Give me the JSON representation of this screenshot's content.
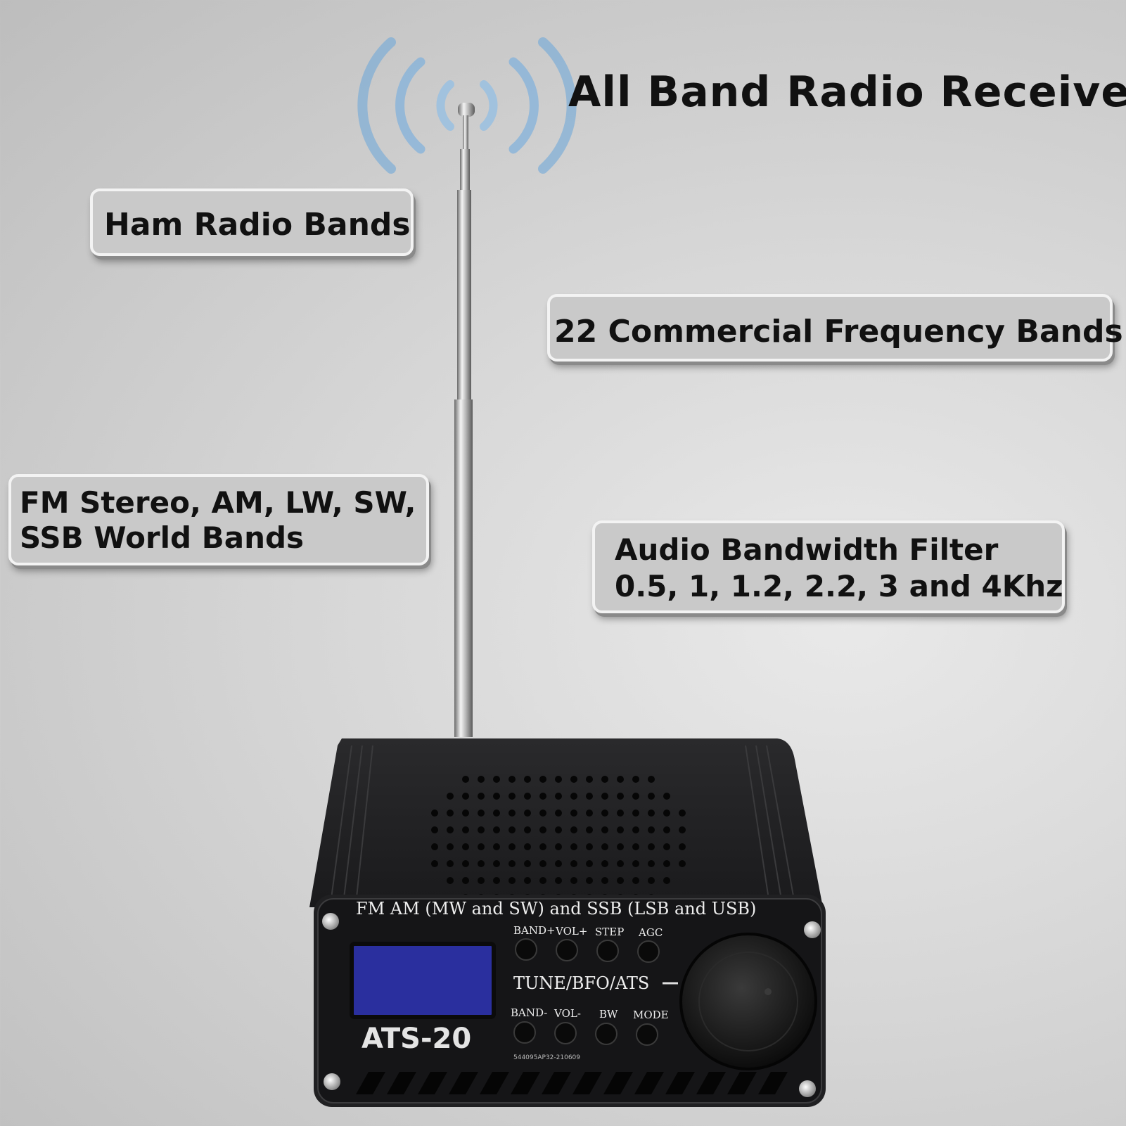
{
  "headline": "All Band Radio Receiver",
  "callouts": {
    "ham": "Ham Radio Bands",
    "commercial": "22 Commercial Frequency Bands",
    "modes_line1": "FM Stereo, AM, LW, SW,",
    "modes_line2": "SSB World Bands",
    "filter_line1": "Audio Bandwidth Filter",
    "filter_line2": "0.5, 1, 1.2, 2.2, 3 and 4Khz"
  },
  "radio": {
    "panel_caption": "FM AM (MW and SW) and SSB (LSB and USB)",
    "model": "ATS-20",
    "serial": "544095AP32-210609",
    "tune_label": "TUNE/BFO/ATS",
    "buttons_top": [
      "BAND+",
      "VOL+",
      "STEP",
      "AGC"
    ],
    "buttons_bottom": [
      "BAND-",
      "VOL-",
      "BW",
      "MODE"
    ]
  },
  "colors": {
    "signal_waves": "#6fa9d8",
    "radio_body": "#1d1d1f",
    "display": "#2a2f9e"
  }
}
